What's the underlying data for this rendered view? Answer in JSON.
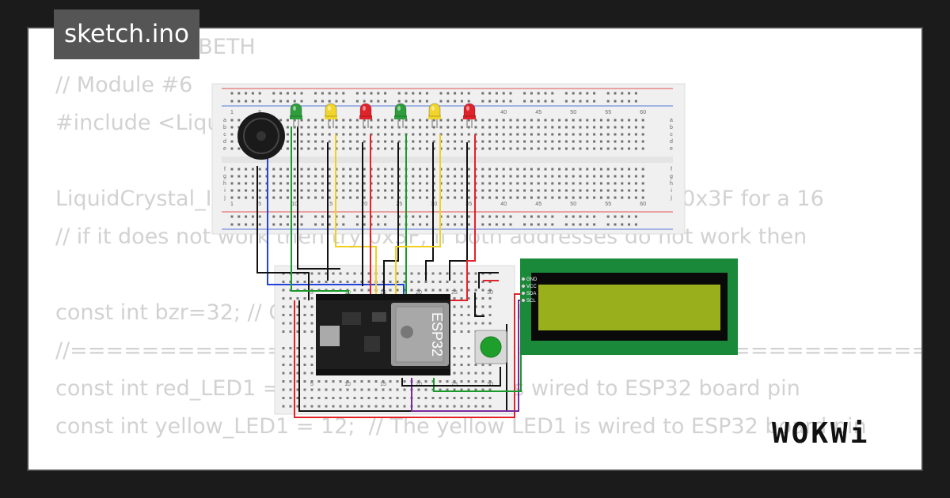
{
  "tab": {
    "title": "sketch.ino"
  },
  "code_lines": [
    "// === ELIZABETH",
    "// Module #6",
    "#include <LiquidCrystal_I2C.h>",
    "",
    "LiquidCrystal_I2C lcd(0x27,16,2); //set the LCD address to 0x3F for a 16",
    "// if it does not work then try 0x3F, if both addresses do not work then",
    "",
    "const int bzr=32; // GPIO32 to connect the Buzzer",
    "//=================================================================",
    "const int red_LED1 = 14;  // The red LED1 is wired to ESP32 board pin",
    "const int yellow_LED1 = 12;  // The yellow LED1 is wired to ESP32 board pin"
  ],
  "breadboard_top": {
    "column_numbers": [
      "1",
      "5",
      "10",
      "15",
      "20",
      "25",
      "30",
      "35",
      "40",
      "45",
      "50",
      "55",
      "60"
    ],
    "row_letters_top": [
      "a",
      "b",
      "c",
      "d",
      "e"
    ],
    "row_letters_bottom": [
      "f",
      "g",
      "h",
      "i",
      "j"
    ]
  },
  "breadboard_bottom": {
    "column_numbers": [
      "5",
      "10",
      "15",
      "20",
      "25",
      "30"
    ]
  },
  "leds": [
    {
      "color": "green",
      "hex": "#2e9e3c"
    },
    {
      "color": "yellow",
      "hex": "#f1d52a"
    },
    {
      "color": "red",
      "hex": "#e0232a"
    },
    {
      "color": "green",
      "hex": "#2e9e3c"
    },
    {
      "color": "yellow",
      "hex": "#f1d52a"
    },
    {
      "color": "red",
      "hex": "#e0232a"
    }
  ],
  "esp32": {
    "label": "ESP32"
  },
  "lcd": {
    "pins": [
      "GND",
      "VCC",
      "SDA",
      "SCL"
    ],
    "body_color": "#1a8a3a",
    "screen_color": "#9aaf1c"
  },
  "button": {
    "color": "#1e9e2a"
  },
  "logo": {
    "text": "WOKWi"
  }
}
